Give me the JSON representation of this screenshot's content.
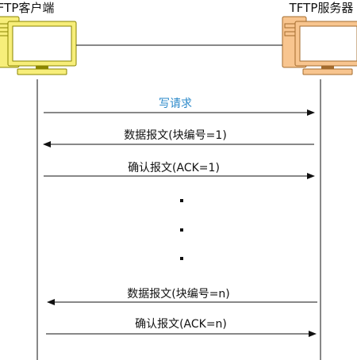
{
  "diagram": {
    "client": {
      "label": "TFTP客户端",
      "icon": "computer-icon",
      "color": "#f7ee7a",
      "stroke": "#8a8400"
    },
    "server": {
      "label": "TFTP服务器",
      "icon": "computer-icon",
      "color": "#f8c58f",
      "stroke": "#a36b2e"
    },
    "messages": [
      {
        "label": "写请求",
        "direction": "client-to-server",
        "accent": true,
        "color": "#2a88c9"
      },
      {
        "label": "数据报文(块编号=1)",
        "direction": "server-to-client"
      },
      {
        "label": "确认报文(ACK=1)",
        "direction": "client-to-server"
      },
      {
        "label": "数据报文(块编号=n)",
        "direction": "server-to-client"
      },
      {
        "label": "确认报文(ACK=n)",
        "direction": "client-to-server"
      }
    ],
    "ellipsis_count": 3
  }
}
